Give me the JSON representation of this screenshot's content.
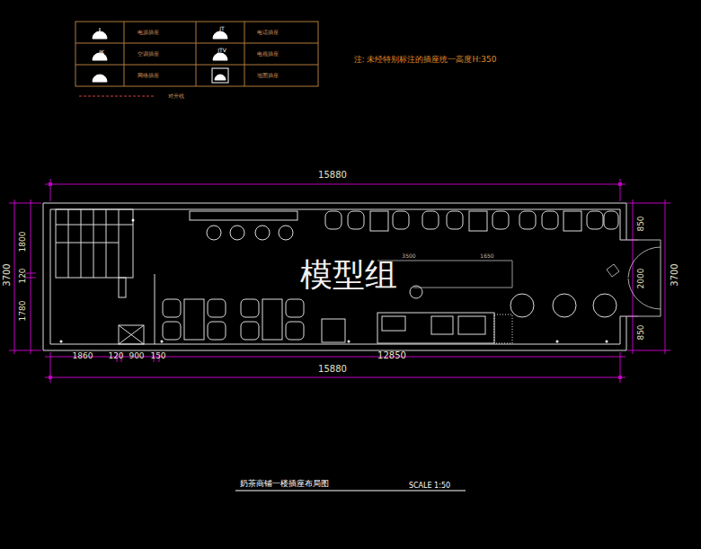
{
  "diagram": {
    "title": "奶茶商铺一楼插座布局图",
    "labels": [
      "注: 未经特别标注的插座统一高度H:350",
      "模型组",
      "15880",
      "15880",
      "1860",
      "120",
      "900",
      "150",
      "12850",
      "1800",
      "120",
      "1780",
      "3700",
      "850",
      "2000",
      "850",
      "3700",
      "SCALE 1:50",
      "JK",
      "JT",
      "JTV",
      "3500",
      "1650"
    ],
    "legend": [
      {
        "text": "电源插座"
      },
      {
        "text": "空调插座"
      },
      {
        "text": "网络插座"
      },
      {
        "text": "电话插座"
      },
      {
        "text": "电视插座"
      },
      {
        "text": "地面插座"
      },
      {
        "text": "对开线"
      }
    ]
  }
}
